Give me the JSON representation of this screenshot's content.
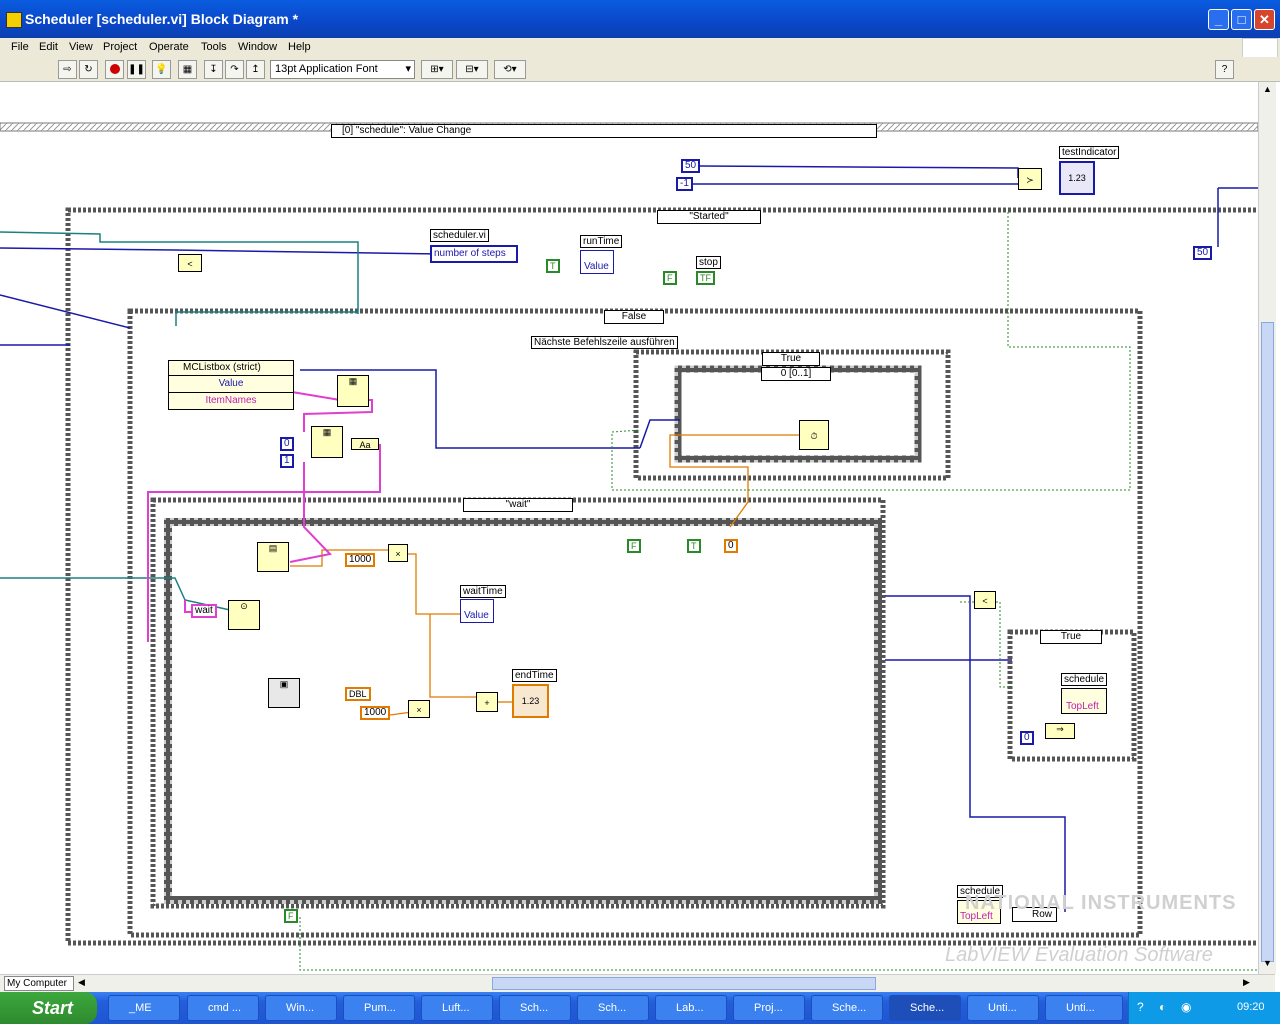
{
  "window": {
    "title": "Scheduler [scheduler.vi] Block Diagram *",
    "min": "_",
    "max": "□",
    "close": "✕"
  },
  "menu": [
    "File",
    "Edit",
    "View",
    "Project",
    "Operate",
    "Tools",
    "Window",
    "Help"
  ],
  "toolbar": {
    "font": "13pt Application Font",
    "help": "?"
  },
  "diagram": {
    "event_selector": "[0] \"schedule\": Value Change",
    "case_started": "\"Started\"",
    "case_false": "False",
    "case_true_top": "True",
    "case_true_right": "True",
    "case_wait": "\"wait\"",
    "sequence_frame": "0 [0..1]",
    "comment": "Nächste Befehlszeile ausführen",
    "consts": {
      "fifty_top": "50",
      "minus_one": "-1",
      "fifty_right": "50",
      "zero_left_a": "0",
      "one_left": "1",
      "k1000_a": "1000",
      "k1000_b": "1000",
      "zero_seq": "0",
      "zero_right": "0",
      "wait_str": "wait"
    },
    "labels": {
      "test_indicator": "testIndicator",
      "scheduler_vi": "scheduler.vi",
      "number_of_steps": "number of steps",
      "run_time": "runTime",
      "value": "Value",
      "stop": "stop",
      "mclistbox": "MCListbox (strict)",
      "value2": "Value",
      "item_names": "ItemNames",
      "wait_time": "waitTime",
      "value3": "Value",
      "end_time": "endTime",
      "dbl": "DBL",
      "schedule_a": "schedule",
      "top_left_a": "TopLeft",
      "schedule_b": "schedule",
      "top_left_b": "TopLeft",
      "row": "Row",
      "indicator_num": "1.23",
      "indicator_num2": "1.23",
      "tf": "TF",
      "t": "T",
      "f": "F"
    },
    "watermark_1": "NATIONAL INSTRUMENTS",
    "watermark_2": "LabVIEW Evaluation Software"
  },
  "statusbar": {
    "context": "My Computer"
  },
  "taskbar": {
    "start": "Start",
    "items": [
      "_ME",
      "cmd ...",
      "Win...",
      "Pum...",
      "Luft...",
      "Sch...",
      "Sch...",
      "Lab...",
      "Proj...",
      "Sche...",
      "Sche...",
      "Unti...",
      "Unti..."
    ],
    "clock": "09:20"
  }
}
